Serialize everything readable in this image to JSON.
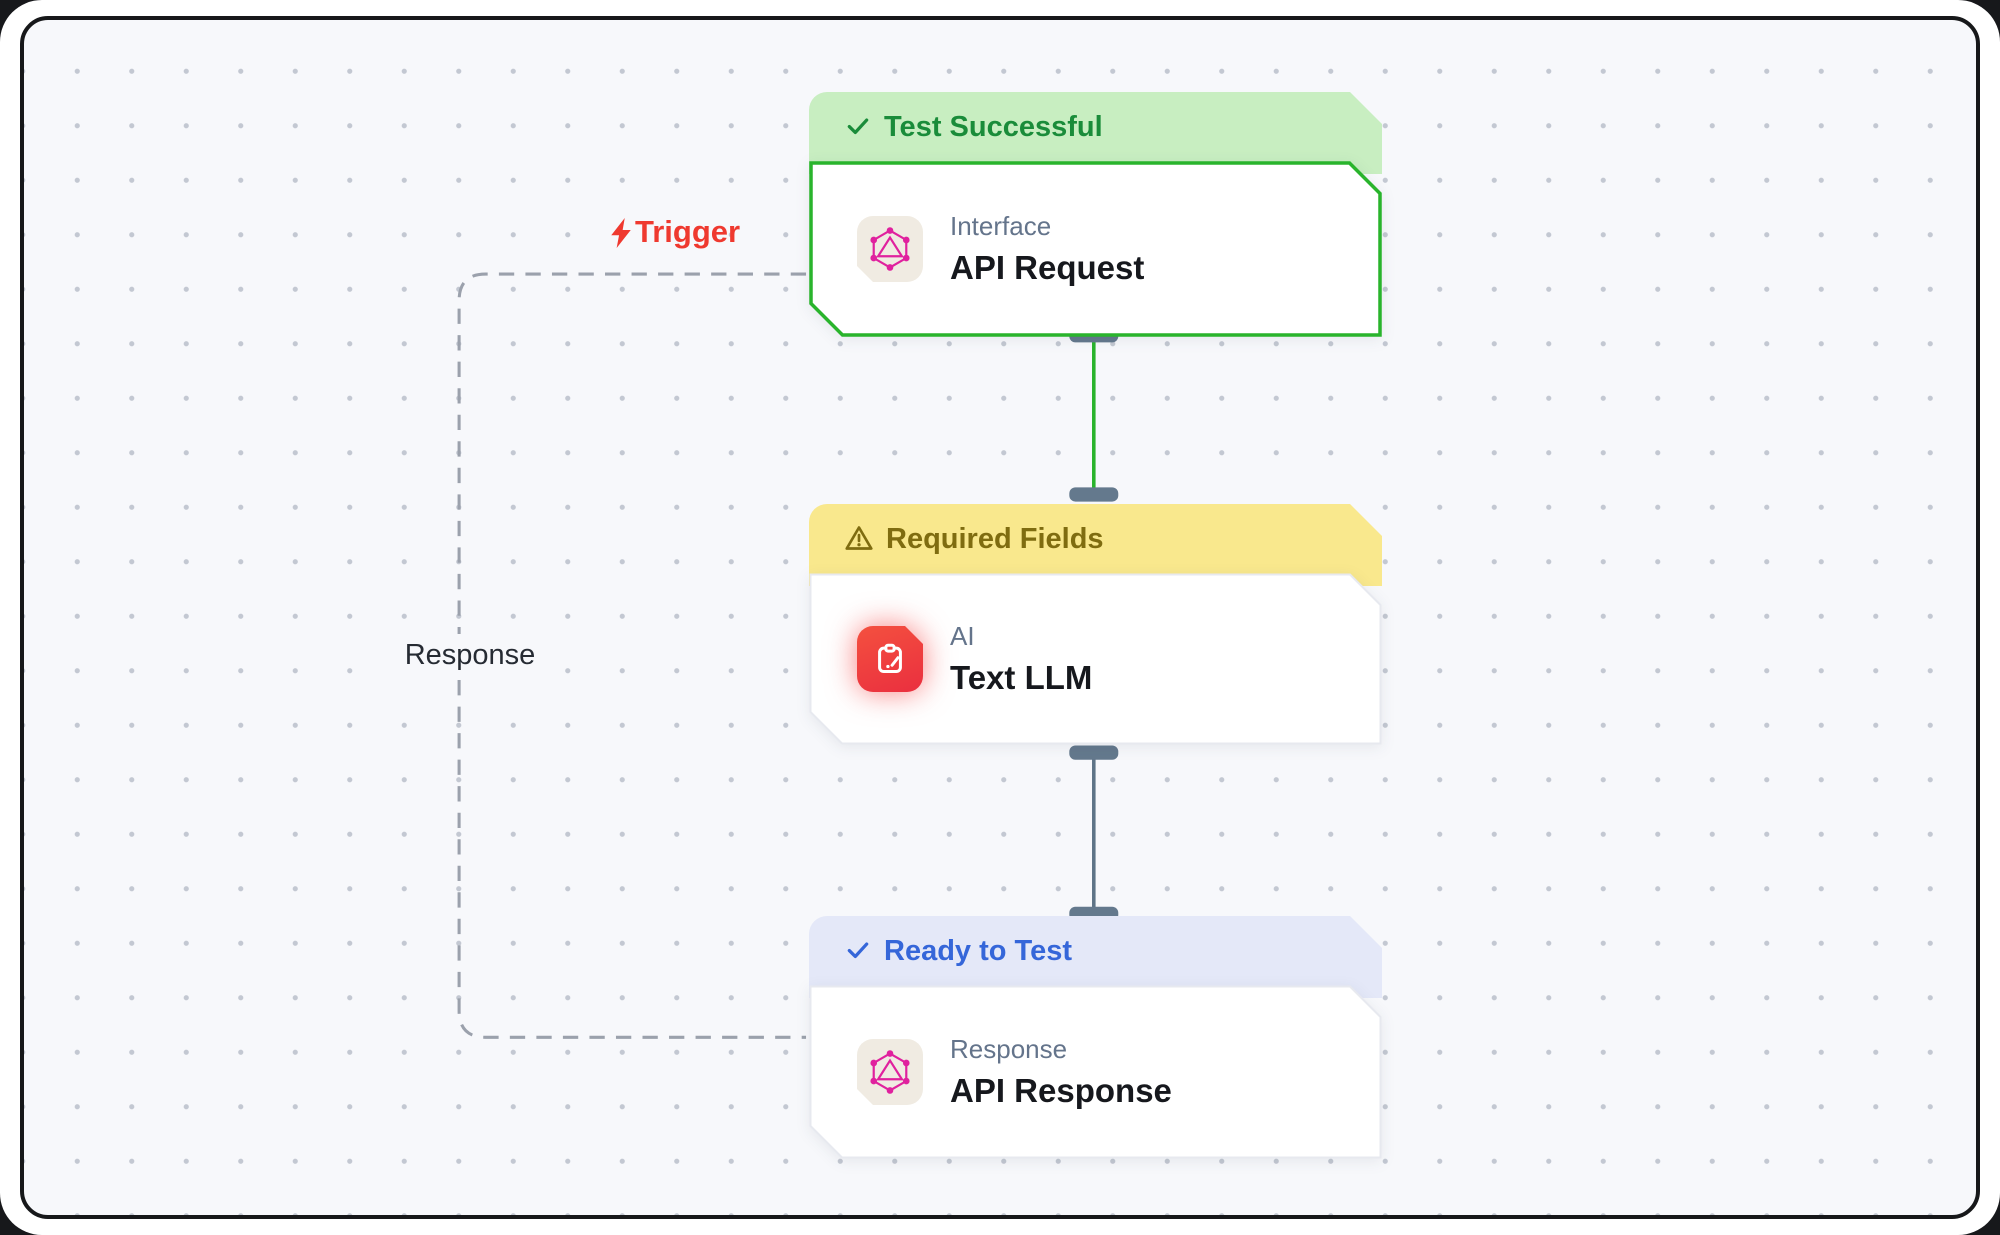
{
  "canvas": {
    "background": "#f7f8fb",
    "dot_color": "#c3c8d2",
    "frame_border_color": "#17181a"
  },
  "nodes": [
    {
      "id": "api-request",
      "status": {
        "label": "Test Successful",
        "icon": "check-icon",
        "bg": "#c8eec1",
        "color": "#1a8c3a"
      },
      "border_color": "#29b42c",
      "category": "Interface",
      "title": "API Request",
      "icon": "graphql-icon",
      "icon_color": "#e0219e"
    },
    {
      "id": "text-llm",
      "status": {
        "label": "Required Fields",
        "icon": "warning-icon",
        "bg": "#f9e88d",
        "color": "#7f6c10"
      },
      "category": "AI",
      "title": "Text LLM",
      "icon": "clipboard-pencil-icon",
      "icon_color": "#f03d3d"
    },
    {
      "id": "api-response",
      "status": {
        "label": "Ready to Test",
        "icon": "check-icon",
        "bg": "#e4e8f8",
        "color": "#3566d9"
      },
      "category": "Response",
      "title": "API Response",
      "icon": "graphql-icon",
      "icon_color": "#e0219e"
    }
  ],
  "edges": {
    "trigger": {
      "label": "Trigger",
      "icon": "lightning-icon",
      "color": "#ef392f"
    },
    "response": {
      "label": "Response",
      "style": "dashed"
    },
    "connector_green": "#29b42c",
    "connector_slate": "#5e7487",
    "handle_color": "#64798d"
  }
}
